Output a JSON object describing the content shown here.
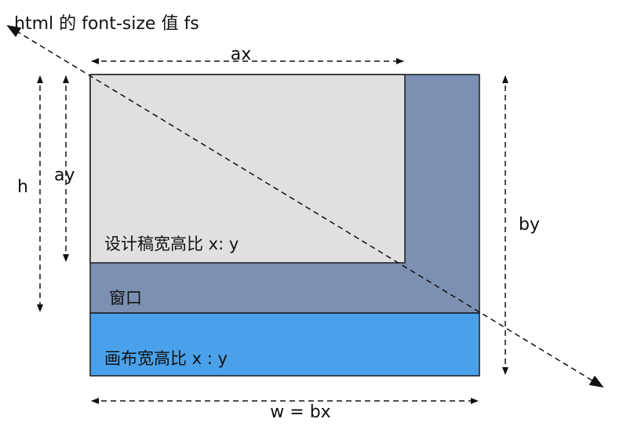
{
  "diagram": {
    "title": "html 的 font-size 值 fs",
    "labels": {
      "ax": "ax",
      "ay": "ay",
      "h": "h",
      "by": "by",
      "w_bx": "w = bx"
    },
    "regions": {
      "design": {
        "label": "设计稿宽高比 x: y",
        "color": "#e0e0e0"
      },
      "window": {
        "label": "窗口",
        "color": "#7b90b2"
      },
      "canvas": {
        "label": "画布宽高比 x : y",
        "color": "#4aa1ea"
      }
    }
  }
}
